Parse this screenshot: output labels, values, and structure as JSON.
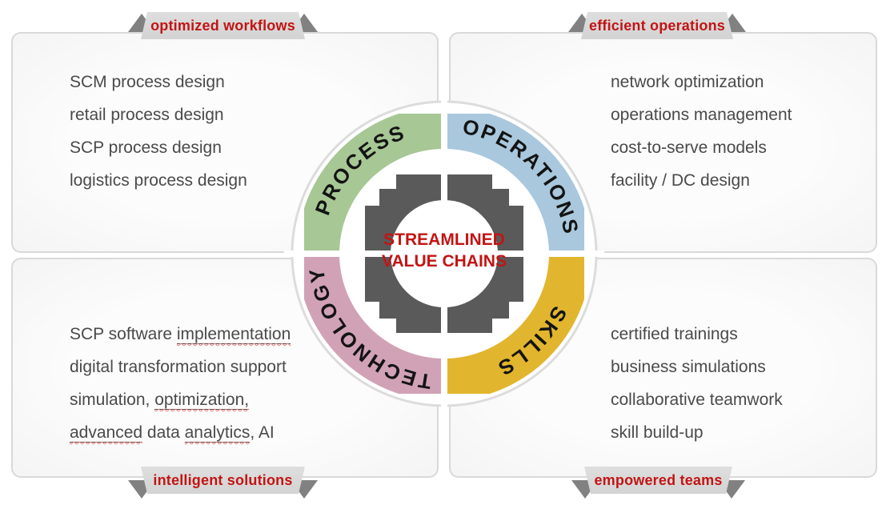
{
  "quadrants": {
    "top_left": {
      "ribbon": "optimized workflows",
      "items": [
        [
          {
            "t": "SCM process design"
          }
        ],
        [
          {
            "t": "retail process design"
          }
        ],
        [
          {
            "t": "SCP process design"
          }
        ],
        [
          {
            "t": "logistics process design"
          }
        ]
      ]
    },
    "top_right": {
      "ribbon": "efficient operations",
      "items": [
        [
          {
            "t": "network optimization"
          }
        ],
        [
          {
            "t": "operations management"
          }
        ],
        [
          {
            "t": "cost-to-serve models"
          }
        ],
        [
          {
            "t": "facility / DC design"
          }
        ]
      ]
    },
    "bottom_left": {
      "ribbon": "intelligent solutions",
      "items": [
        [
          {
            "t": "SCP software "
          },
          {
            "t": "implementation",
            "marked": true
          }
        ],
        [
          {
            "t": "digital transformation support"
          }
        ],
        [
          {
            "t": "simulation, "
          },
          {
            "t": "optimization,",
            "marked": true
          }
        ],
        [
          {
            "t": "advanced",
            "marked": true
          },
          {
            "t": " data "
          },
          {
            "t": "analytics",
            "marked": true
          },
          {
            "t": ", AI"
          }
        ]
      ]
    },
    "bottom_right": {
      "ribbon": "empowered teams",
      "items": [
        [
          {
            "t": "certified trainings"
          }
        ],
        [
          {
            "t": "business simulations"
          }
        ],
        [
          {
            "t": "collaborative teamwork"
          }
        ],
        [
          {
            "t": "skill build-up"
          }
        ]
      ]
    }
  },
  "wheel": {
    "center_line1": "STREAMLINED",
    "center_line2": "VALUE CHAINS",
    "center_color": "#c31414",
    "hub_color": "#5a5a5a",
    "outline_color": "#dcdcdc",
    "label_color": "#141414",
    "segments": [
      {
        "label": "PROCESS",
        "color": "#a7c795",
        "position": "top-left"
      },
      {
        "label": "OPERATIONS",
        "color": "#a9c8dd",
        "position": "top-right"
      },
      {
        "label": "SKILLS",
        "color": "#e2b52e",
        "position": "bottom-right"
      },
      {
        "label": "TECHNOLOGY",
        "color": "#d1a2b6",
        "position": "bottom-left"
      }
    ]
  },
  "ribbon_style": {
    "text_color": "#c31414",
    "band_color": "#d9d9d9",
    "triangle_color": "#818181"
  },
  "item_text_color": "#4a4a4a"
}
